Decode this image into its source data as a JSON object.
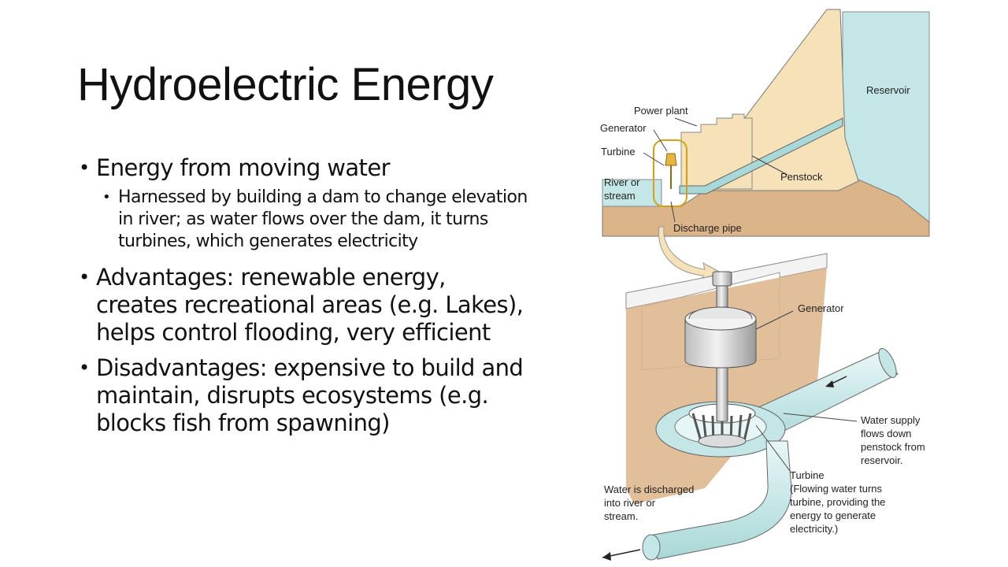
{
  "slide": {
    "title": "Hydroelectric Energy",
    "bullets": [
      {
        "text": "Energy from moving water",
        "level": 1
      },
      {
        "text": "Harnessed by building a dam to change elevation in river; as water flows over the dam, it turns turbines, which generates electricity",
        "level": 2
      },
      {
        "text": "Advantages: renewable energy, creates recreational areas (e.g. Lakes), helps control flooding, very efficient",
        "level": 1
      },
      {
        "text": "Disadvantages: expensive to build and maintain, disrupts ecosystems (e.g. blocks fish from spawning)",
        "level": 1
      }
    ]
  },
  "diagram": {
    "labels": {
      "reservoir": "Reservoir",
      "power_plant": "Power plant",
      "generator_top": "Generator",
      "turbine_top": "Turbine",
      "river_line1": "River or",
      "river_line2": "stream",
      "penstock": "Penstock",
      "discharge_pipe": "Discharge pipe",
      "generator": "Generator",
      "water_supply": [
        "Water supply",
        "flows down",
        "penstock from",
        "reservoir."
      ],
      "discharged": [
        "Water is discharged",
        "into river or",
        "stream."
      ],
      "turbine_detail": [
        "Turbine",
        "(Flowing water turns",
        "turbine, providing the",
        "energy to generate",
        "electricity.)"
      ]
    },
    "colors": {
      "water": "#c4e6e6",
      "dam": "#f6e2b8",
      "earth": "#dcb48a",
      "metal": "#d0d0d0"
    }
  }
}
